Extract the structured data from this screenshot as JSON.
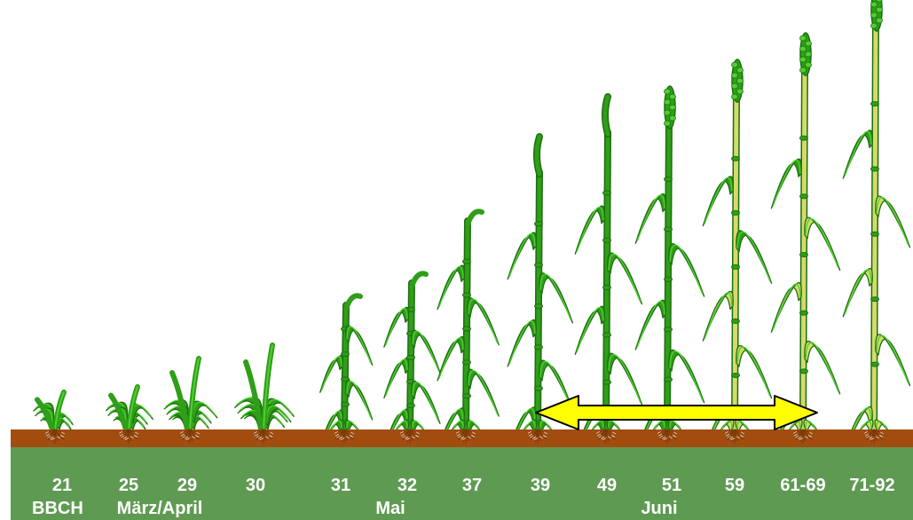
{
  "stages": [
    "21",
    "25",
    "29",
    "30",
    "31",
    "32",
    "37",
    "39",
    "49",
    "51",
    "59",
    "61-69",
    "71-92"
  ],
  "months": [
    "BBCH",
    "März/April",
    "Mai",
    "Juni"
  ],
  "colors": {
    "soil": "#a24d0f",
    "soil_dark": "#7a3a08",
    "band": "#5f9a52",
    "leaf_green": "#2f9e18",
    "leaf_light": "#4fd030",
    "leaf_yellow": "#d3db6a",
    "arrow": "#ffff00",
    "label_text": "#ffffff"
  },
  "arrow": {
    "from_stage": "39",
    "to_stage": "61-69"
  }
}
